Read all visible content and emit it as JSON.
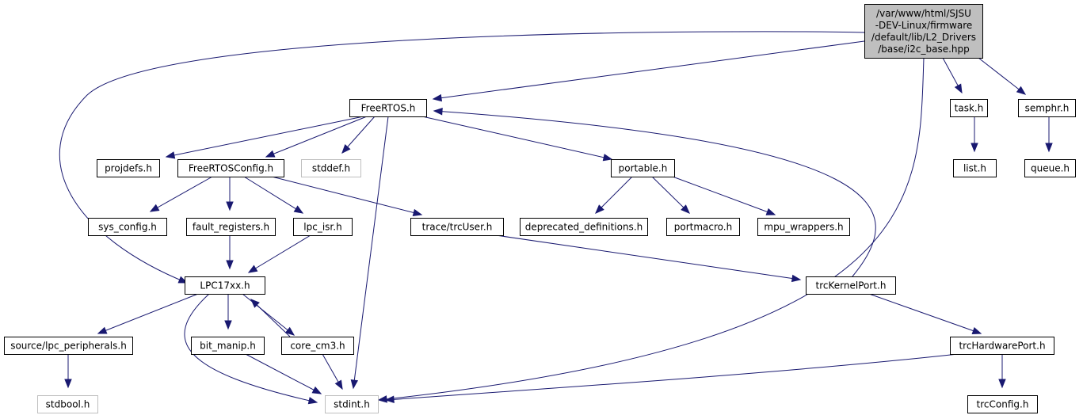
{
  "diagram": {
    "colors": {
      "edge": "#191970",
      "root_fill": "#bfbfbf",
      "node_fill": "#ffffff",
      "node_border": "#000000",
      "missing_border": "#bfbfbf",
      "missing_text": "#8c8c8c"
    },
    "nodes": [
      {
        "id": "root",
        "lines": [
          "/var/www/html/SJSU",
          "-DEV-Linux/firmware",
          "/default/lib/L2_Drivers",
          "/base/i2c_base.hpp"
        ],
        "kind": "root"
      },
      {
        "id": "freertos",
        "lines": [
          "FreeRTOS.h"
        ],
        "kind": "normal"
      },
      {
        "id": "task",
        "lines": [
          "task.h"
        ],
        "kind": "normal"
      },
      {
        "id": "semphr",
        "lines": [
          "semphr.h"
        ],
        "kind": "normal"
      },
      {
        "id": "projdefs",
        "lines": [
          "projdefs.h"
        ],
        "kind": "normal"
      },
      {
        "id": "freertosconfig",
        "lines": [
          "FreeRTOSConfig.h"
        ],
        "kind": "normal"
      },
      {
        "id": "stddef",
        "lines": [
          "stddef.h"
        ],
        "kind": "missing"
      },
      {
        "id": "portable",
        "lines": [
          "portable.h"
        ],
        "kind": "normal"
      },
      {
        "id": "list",
        "lines": [
          "list.h"
        ],
        "kind": "normal"
      },
      {
        "id": "queue",
        "lines": [
          "queue.h"
        ],
        "kind": "normal"
      },
      {
        "id": "sysconfig",
        "lines": [
          "sys_config.h"
        ],
        "kind": "normal"
      },
      {
        "id": "faultregs",
        "lines": [
          "fault_registers.h"
        ],
        "kind": "normal"
      },
      {
        "id": "lpcisr",
        "lines": [
          "lpc_isr.h"
        ],
        "kind": "normal"
      },
      {
        "id": "trcuser",
        "lines": [
          "trace/trcUser.h"
        ],
        "kind": "normal"
      },
      {
        "id": "deprecated",
        "lines": [
          "deprecated_definitions.h"
        ],
        "kind": "normal"
      },
      {
        "id": "portmacro",
        "lines": [
          "portmacro.h"
        ],
        "kind": "normal"
      },
      {
        "id": "mpuwrappers",
        "lines": [
          "mpu_wrappers.h"
        ],
        "kind": "normal"
      },
      {
        "id": "lpc17xx",
        "lines": [
          "LPC17xx.h"
        ],
        "kind": "normal"
      },
      {
        "id": "trckernelport",
        "lines": [
          "trcKernelPort.h"
        ],
        "kind": "normal"
      },
      {
        "id": "lpcperiph",
        "lines": [
          "source/lpc_peripherals.h"
        ],
        "kind": "normal"
      },
      {
        "id": "bitmanip",
        "lines": [
          "bit_manip.h"
        ],
        "kind": "normal"
      },
      {
        "id": "corecm3",
        "lines": [
          "core_cm3.h"
        ],
        "kind": "normal"
      },
      {
        "id": "trchwport",
        "lines": [
          "trcHardwarePort.h"
        ],
        "kind": "normal"
      },
      {
        "id": "stdbool",
        "lines": [
          "stdbool.h"
        ],
        "kind": "missing"
      },
      {
        "id": "stdint",
        "lines": [
          "stdint.h"
        ],
        "kind": "missing"
      },
      {
        "id": "trcconfig",
        "lines": [
          "trcConfig.h"
        ],
        "kind": "normal"
      }
    ],
    "edges": [
      {
        "from": "root",
        "to": "freertos"
      },
      {
        "from": "root",
        "to": "lpc17xx"
      },
      {
        "from": "root",
        "to": "stdint"
      },
      {
        "from": "root",
        "to": "task"
      },
      {
        "from": "root",
        "to": "semphr"
      },
      {
        "from": "freertos",
        "to": "projdefs"
      },
      {
        "from": "freertos",
        "to": "freertosconfig"
      },
      {
        "from": "freertos",
        "to": "stddef"
      },
      {
        "from": "freertos",
        "to": "portable"
      },
      {
        "from": "freertos",
        "to": "stdint"
      },
      {
        "from": "freertosconfig",
        "to": "sysconfig"
      },
      {
        "from": "freertosconfig",
        "to": "faultregs"
      },
      {
        "from": "freertosconfig",
        "to": "lpcisr"
      },
      {
        "from": "freertosconfig",
        "to": "trcuser"
      },
      {
        "from": "faultregs",
        "to": "lpc17xx"
      },
      {
        "from": "lpcisr",
        "to": "lpc17xx"
      },
      {
        "from": "trcuser",
        "to": "trckernelport"
      },
      {
        "from": "trckernelport",
        "to": "freertos"
      },
      {
        "from": "trckernelport",
        "to": "trchwport"
      },
      {
        "from": "trchwport",
        "to": "stdint"
      },
      {
        "from": "trchwport",
        "to": "trcconfig"
      },
      {
        "from": "portable",
        "to": "deprecated"
      },
      {
        "from": "portable",
        "to": "portmacro"
      },
      {
        "from": "portable",
        "to": "mpuwrappers"
      },
      {
        "from": "task",
        "to": "list"
      },
      {
        "from": "semphr",
        "to": "queue"
      },
      {
        "from": "lpc17xx",
        "to": "lpcperiph"
      },
      {
        "from": "lpc17xx",
        "to": "bitmanip"
      },
      {
        "from": "lpc17xx",
        "to": "corecm3"
      },
      {
        "from": "lpc17xx",
        "to": "stdint"
      },
      {
        "from": "corecm3",
        "to": "lpc17xx"
      },
      {
        "from": "corecm3",
        "to": "stdint"
      },
      {
        "from": "bitmanip",
        "to": "stdint"
      },
      {
        "from": "lpcperiph",
        "to": "stdbool"
      }
    ]
  }
}
